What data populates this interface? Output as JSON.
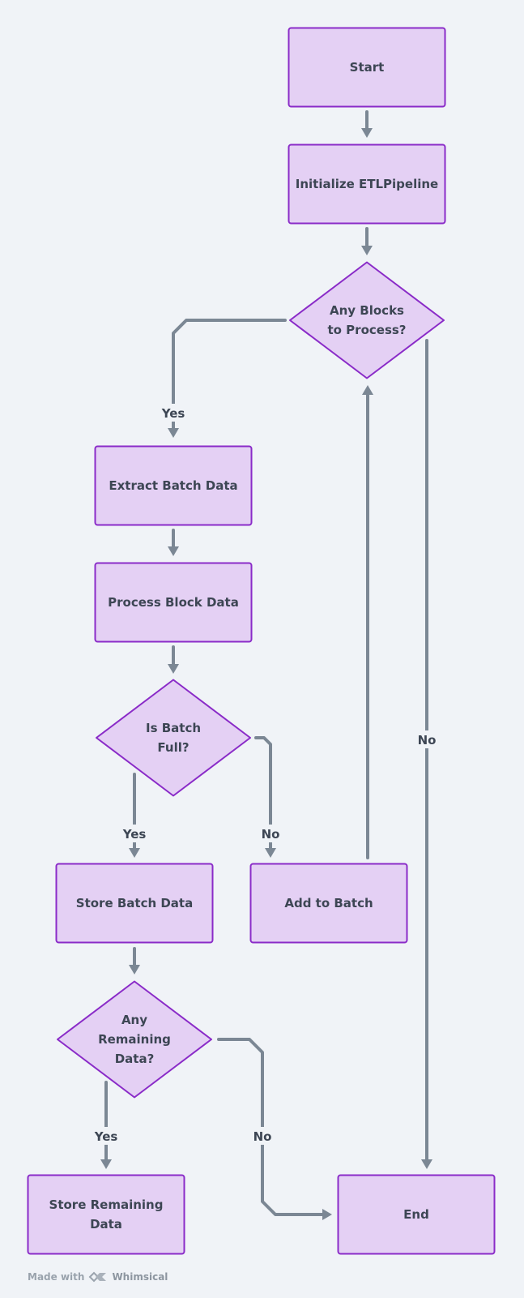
{
  "nodes": [
    {
      "id": "start",
      "kind": "box",
      "lines": [
        "Start"
      ]
    },
    {
      "id": "init",
      "kind": "box",
      "lines": [
        "Initialize ETLPipeline"
      ]
    },
    {
      "id": "any-blocks",
      "kind": "diamond",
      "lines": [
        "Any Blocks",
        "to Process?"
      ]
    },
    {
      "id": "extract",
      "kind": "box",
      "lines": [
        "Extract Batch Data"
      ]
    },
    {
      "id": "process",
      "kind": "box",
      "lines": [
        "Process Block Data"
      ]
    },
    {
      "id": "batch-full",
      "kind": "diamond",
      "lines": [
        "Is Batch",
        "Full?"
      ]
    },
    {
      "id": "store-batch",
      "kind": "box",
      "lines": [
        "Store Batch Data"
      ]
    },
    {
      "id": "add-batch",
      "kind": "box",
      "lines": [
        "Add to Batch"
      ]
    },
    {
      "id": "any-remaining",
      "kind": "diamond",
      "lines": [
        "Any",
        "Remaining",
        "Data?"
      ]
    },
    {
      "id": "store-remaining",
      "kind": "box",
      "lines": [
        "Store Remaining",
        "Data"
      ]
    },
    {
      "id": "end",
      "kind": "box",
      "lines": [
        "End"
      ]
    }
  ],
  "edges": [
    {
      "id": "start-init",
      "from": "start",
      "to": "init",
      "label": ""
    },
    {
      "id": "init-any-blocks",
      "from": "init",
      "to": "any-blocks",
      "label": ""
    },
    {
      "id": "any-blocks-extract",
      "from": "any-blocks",
      "to": "extract",
      "label": "Yes"
    },
    {
      "id": "any-blocks-end",
      "from": "any-blocks",
      "to": "end",
      "label": "No"
    },
    {
      "id": "extract-process",
      "from": "extract",
      "to": "process",
      "label": ""
    },
    {
      "id": "process-batch-full",
      "from": "process",
      "to": "batch-full",
      "label": ""
    },
    {
      "id": "batch-full-store-batch",
      "from": "batch-full",
      "to": "store-batch",
      "label": "Yes"
    },
    {
      "id": "batch-full-add-batch",
      "from": "batch-full",
      "to": "add-batch",
      "label": "No"
    },
    {
      "id": "add-batch-any-blocks",
      "from": "add-batch",
      "to": "any-blocks",
      "label": ""
    },
    {
      "id": "store-batch-any-remaining",
      "from": "store-batch",
      "to": "any-remaining",
      "label": ""
    },
    {
      "id": "any-remaining-store-remaining",
      "from": "any-remaining",
      "to": "store-remaining",
      "label": "Yes"
    },
    {
      "id": "any-remaining-end",
      "from": "any-remaining",
      "to": "end",
      "label": "No"
    }
  ],
  "footer": {
    "made_with": "Made with",
    "brand": "Whimsical"
  },
  "colors": {
    "background": "#f0f3f7",
    "node_fill": "#e4d0f4",
    "node_stroke": "#8a2bc8",
    "edge": "#7b8794",
    "text": "#3d4654"
  }
}
